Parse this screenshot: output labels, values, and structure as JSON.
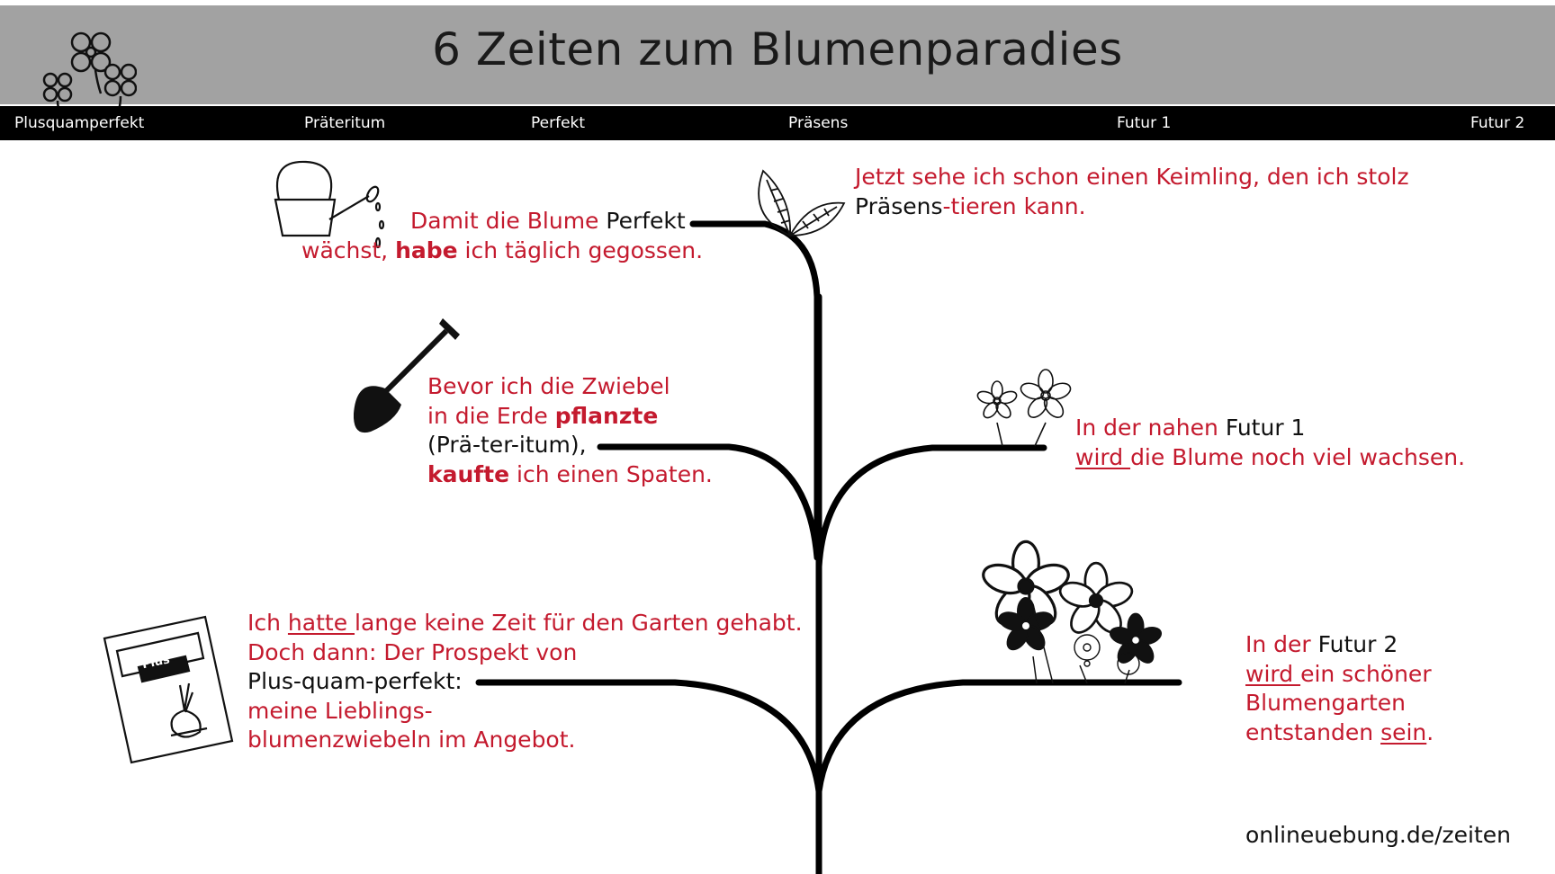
{
  "title": "6 Zeiten zum Blumenparadies",
  "timeline": [
    "Plusquamperfekt",
    "Präteritum",
    "Perfekt",
    "Präsens",
    "Futur 1",
    "Futur 2"
  ],
  "perfekt": {
    "l1_a": "Damit die Blume ",
    "l1_b": "Perfekt",
    "l2_a": "wächst, ",
    "l2_b": "habe",
    "l2_c": " ich täglich gegossen."
  },
  "praesens": {
    "l1": "Jetzt sehe ich schon einen Keimling, den ich stolz",
    "l2_a": "Präsens",
    "l2_b": "-tieren kann."
  },
  "praeteritum": {
    "l1": "Bevor ich die Zwiebel",
    "l2_a": "in die Erde ",
    "l2_b": "pflanzte",
    "l3": "(Prä-ter-itum),",
    "l4_a": "kaufte",
    "l4_b": " ich einen Spaten."
  },
  "futur1": {
    "l1_a": "In der nahen ",
    "l1_b": "Futur 1",
    "l2_a": "wird ",
    "l2_b": "die Blume noch viel wachsen."
  },
  "plusquamperfekt": {
    "l1_a": "Ich ",
    "l1_b": "hatte ",
    "l1_c": "lange keine Zeit für den Garten gehabt.",
    "l2": "Doch dann: Der Prospekt von",
    "l3": "Plus-quam-perfekt:",
    "l4": "meine Lieblings-",
    "l5": "blumenzwiebeln im Angebot.",
    "packet_label": "Plus"
  },
  "futur2": {
    "l1_a": "In der ",
    "l1_b": "Futur 2",
    "l2_a": "wird ",
    "l2_b": "ein schöner",
    "l3": "Blumengarten",
    "l4_a": "entstanden ",
    "l4_b": "sein",
    "l4_c": "."
  },
  "footer": "onlineuebung.de/zeiten",
  "colors": {
    "accent": "#c41a2e",
    "header_bg": "#a2a2a2",
    "timeline_bg": "#000000",
    "text": "#111111"
  },
  "icons": [
    "clover-icon",
    "watering-can-icon",
    "leaf-sprout-icon",
    "spade-icon",
    "small-flowers-icon",
    "seed-packet-icon",
    "flower-garden-icon"
  ]
}
